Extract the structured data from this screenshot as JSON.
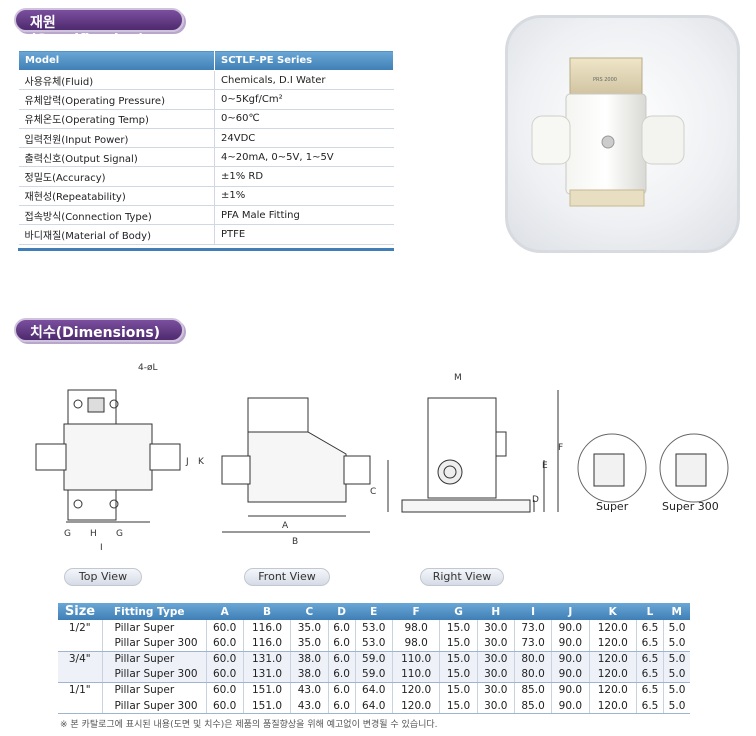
{
  "spec": {
    "title": "재원(Specification)",
    "header": {
      "label": "Model",
      "value": "SCTLF-PE Series"
    },
    "rows": [
      {
        "label": "사용유체(Fluid)",
        "value": "Chemicals, D.I Water"
      },
      {
        "label": "유체압력(Operating Pressure)",
        "value": "0~5Kgf/Cm²"
      },
      {
        "label": "유체온도(Operating Temp)",
        "value": "0~60℃"
      },
      {
        "label": "입력전원(Input Power)",
        "value": "24VDC"
      },
      {
        "label": "출력신호(Output Signal)",
        "value": "4~20mA, 0~5V, 1~5V"
      },
      {
        "label": "정밀도(Accuracy)",
        "value": "±1% RD"
      },
      {
        "label": "재현성(Repeatability)",
        "value": "±1%"
      },
      {
        "label": "접속방식(Connection Type)",
        "value": "PFA Male Fitting"
      },
      {
        "label": "바디재질(Material of Body)",
        "value": "PTFE"
      }
    ]
  },
  "photo": {
    "label": "PRS 2000"
  },
  "dimensions": {
    "title": "치수(Dimensions)",
    "views": [
      "Top View",
      "Front View",
      "Right View"
    ],
    "callouts": {
      "hole": "4-øL",
      "letters": [
        "A",
        "B",
        "C",
        "D",
        "E",
        "F",
        "G",
        "H",
        "I",
        "J",
        "K",
        "M"
      ],
      "fittings": [
        "Super",
        "Super 300"
      ]
    },
    "table": {
      "headers": [
        "Size",
        "Fitting Type",
        "A",
        "B",
        "C",
        "D",
        "E",
        "F",
        "G",
        "H",
        "I",
        "J",
        "K",
        "L",
        "M"
      ],
      "rows": [
        [
          "1/2\"",
          "Pillar Super",
          "60.0",
          "116.0",
          "35.0",
          "6.0",
          "53.0",
          "98.0",
          "15.0",
          "30.0",
          "73.0",
          "90.0",
          "120.0",
          "6.5",
          "5.0"
        ],
        [
          "",
          "Pillar Super 300",
          "60.0",
          "116.0",
          "35.0",
          "6.0",
          "53.0",
          "98.0",
          "15.0",
          "30.0",
          "73.0",
          "90.0",
          "120.0",
          "6.5",
          "5.0"
        ],
        [
          "3/4\"",
          "Pillar Super",
          "60.0",
          "131.0",
          "38.0",
          "6.0",
          "59.0",
          "110.0",
          "15.0",
          "30.0",
          "80.0",
          "90.0",
          "120.0",
          "6.5",
          "5.0"
        ],
        [
          "",
          "Pillar Super 300",
          "60.0",
          "131.0",
          "38.0",
          "6.0",
          "59.0",
          "110.0",
          "15.0",
          "30.0",
          "80.0",
          "90.0",
          "120.0",
          "6.5",
          "5.0"
        ],
        [
          "1/1\"",
          "Pillar Super",
          "60.0",
          "151.0",
          "43.0",
          "6.0",
          "64.0",
          "120.0",
          "15.0",
          "30.0",
          "85.0",
          "90.0",
          "120.0",
          "6.5",
          "5.0"
        ],
        [
          "",
          "Pillar Super 300",
          "60.0",
          "151.0",
          "43.0",
          "6.0",
          "64.0",
          "120.0",
          "15.0",
          "30.0",
          "85.0",
          "90.0",
          "120.0",
          "6.5",
          "5.0"
        ]
      ]
    },
    "note": "※ 본 카탈로그에 표시된 내용(도면 및 치수)은 제품의 품질향상을 위해 예고없이 변경될 수 있습니다."
  }
}
